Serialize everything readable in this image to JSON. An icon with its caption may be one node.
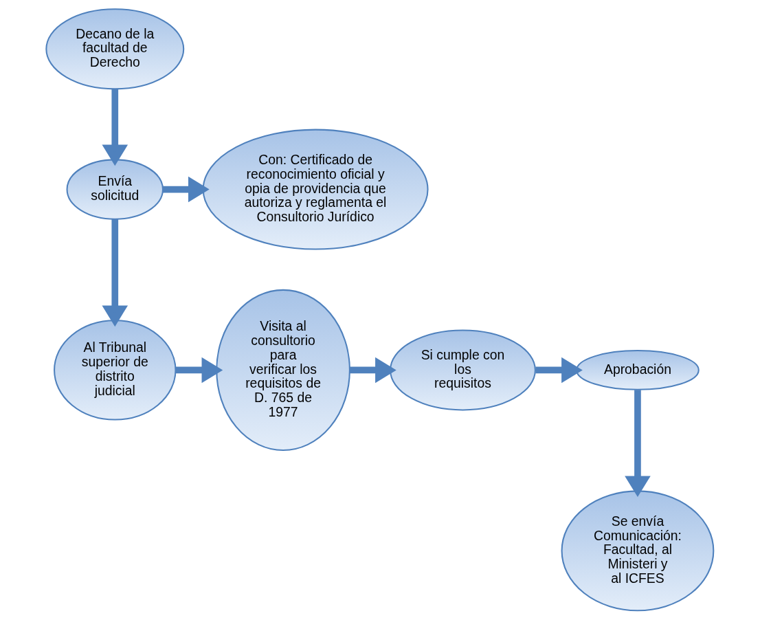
{
  "diagram": {
    "nodes": [
      {
        "text": [
          "Decano de la facultad de Derecho"
        ]
      },
      {
        "text": [
          "Envía solicitud"
        ]
      },
      {
        "text": [
          "Con: Certificado de reconocimiento oficial y opia de providencia que autoriza y reglamenta el Consultorio Jurídico"
        ]
      },
      {
        "text": [
          "Al Tribunal superior de distrito judicial"
        ]
      },
      {
        "text": [
          "Visita al consultorio para verificar los requisitos de D. 765 de 1977"
        ]
      },
      {
        "text": [
          "Si cumple con los requisitos"
        ]
      },
      {
        "text": [
          "Aprobación"
        ]
      },
      {
        "text": [
          "Se envía Comunicación: Facultad, al Ministeri y al ICFES"
        ]
      }
    ],
    "edges": [
      {
        "from": 0,
        "to": 1,
        "arrow": "to"
      },
      {
        "from": 1,
        "to": 2,
        "arrow": "to"
      },
      {
        "from": 1,
        "to": 3,
        "arrow": "to"
      },
      {
        "from": 3,
        "to": 4,
        "arrow": "to"
      },
      {
        "from": 4,
        "to": 5,
        "arrow": "to"
      },
      {
        "from": 5,
        "to": 6,
        "arrow": "to"
      },
      {
        "from": 6,
        "to": 7,
        "arrow": "to"
      }
    ]
  }
}
